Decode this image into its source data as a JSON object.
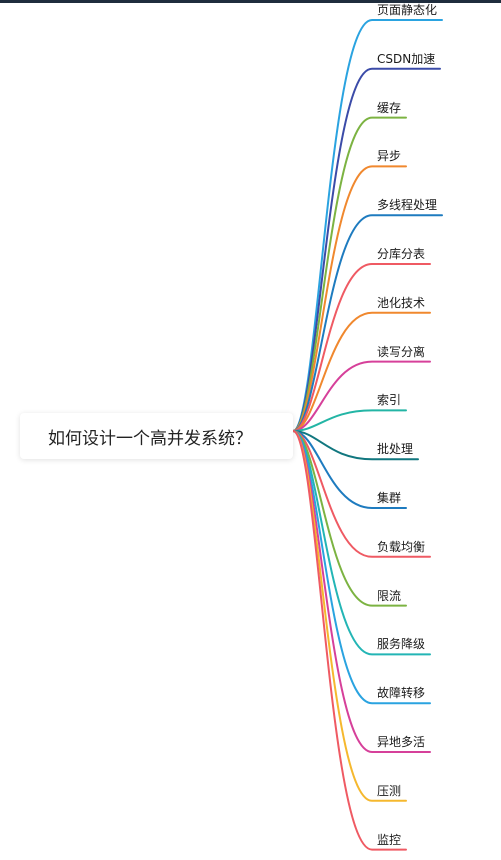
{
  "mindmap": {
    "root": "如何设计一个高并发系统？",
    "branches": [
      {
        "label": "页面静态化",
        "color": "#2aa3e0"
      },
      {
        "label": "CSDN加速",
        "color": "#3b4ba8"
      },
      {
        "label": "缓存",
        "color": "#7cb342"
      },
      {
        "label": "异步",
        "color": "#f0882e"
      },
      {
        "label": "多线程处理",
        "color": "#1e7bbf"
      },
      {
        "label": "分库分表",
        "color": "#ef5a63"
      },
      {
        "label": "池化技术",
        "color": "#f0882e"
      },
      {
        "label": "读写分离",
        "color": "#d6409a"
      },
      {
        "label": "索引",
        "color": "#23b5a5"
      },
      {
        "label": "批处理",
        "color": "#11777f"
      },
      {
        "label": "集群",
        "color": "#1e7bbf"
      },
      {
        "label": "负载均衡",
        "color": "#ef5a63"
      },
      {
        "label": "限流",
        "color": "#7cb342"
      },
      {
        "label": "服务降级",
        "color": "#23b5b5"
      },
      {
        "label": "故障转移",
        "color": "#2aa3e0"
      },
      {
        "label": "异地多活",
        "color": "#d6409a"
      },
      {
        "label": "压测",
        "color": "#f5b82e"
      },
      {
        "label": "监控",
        "color": "#ef5a63"
      }
    ]
  }
}
